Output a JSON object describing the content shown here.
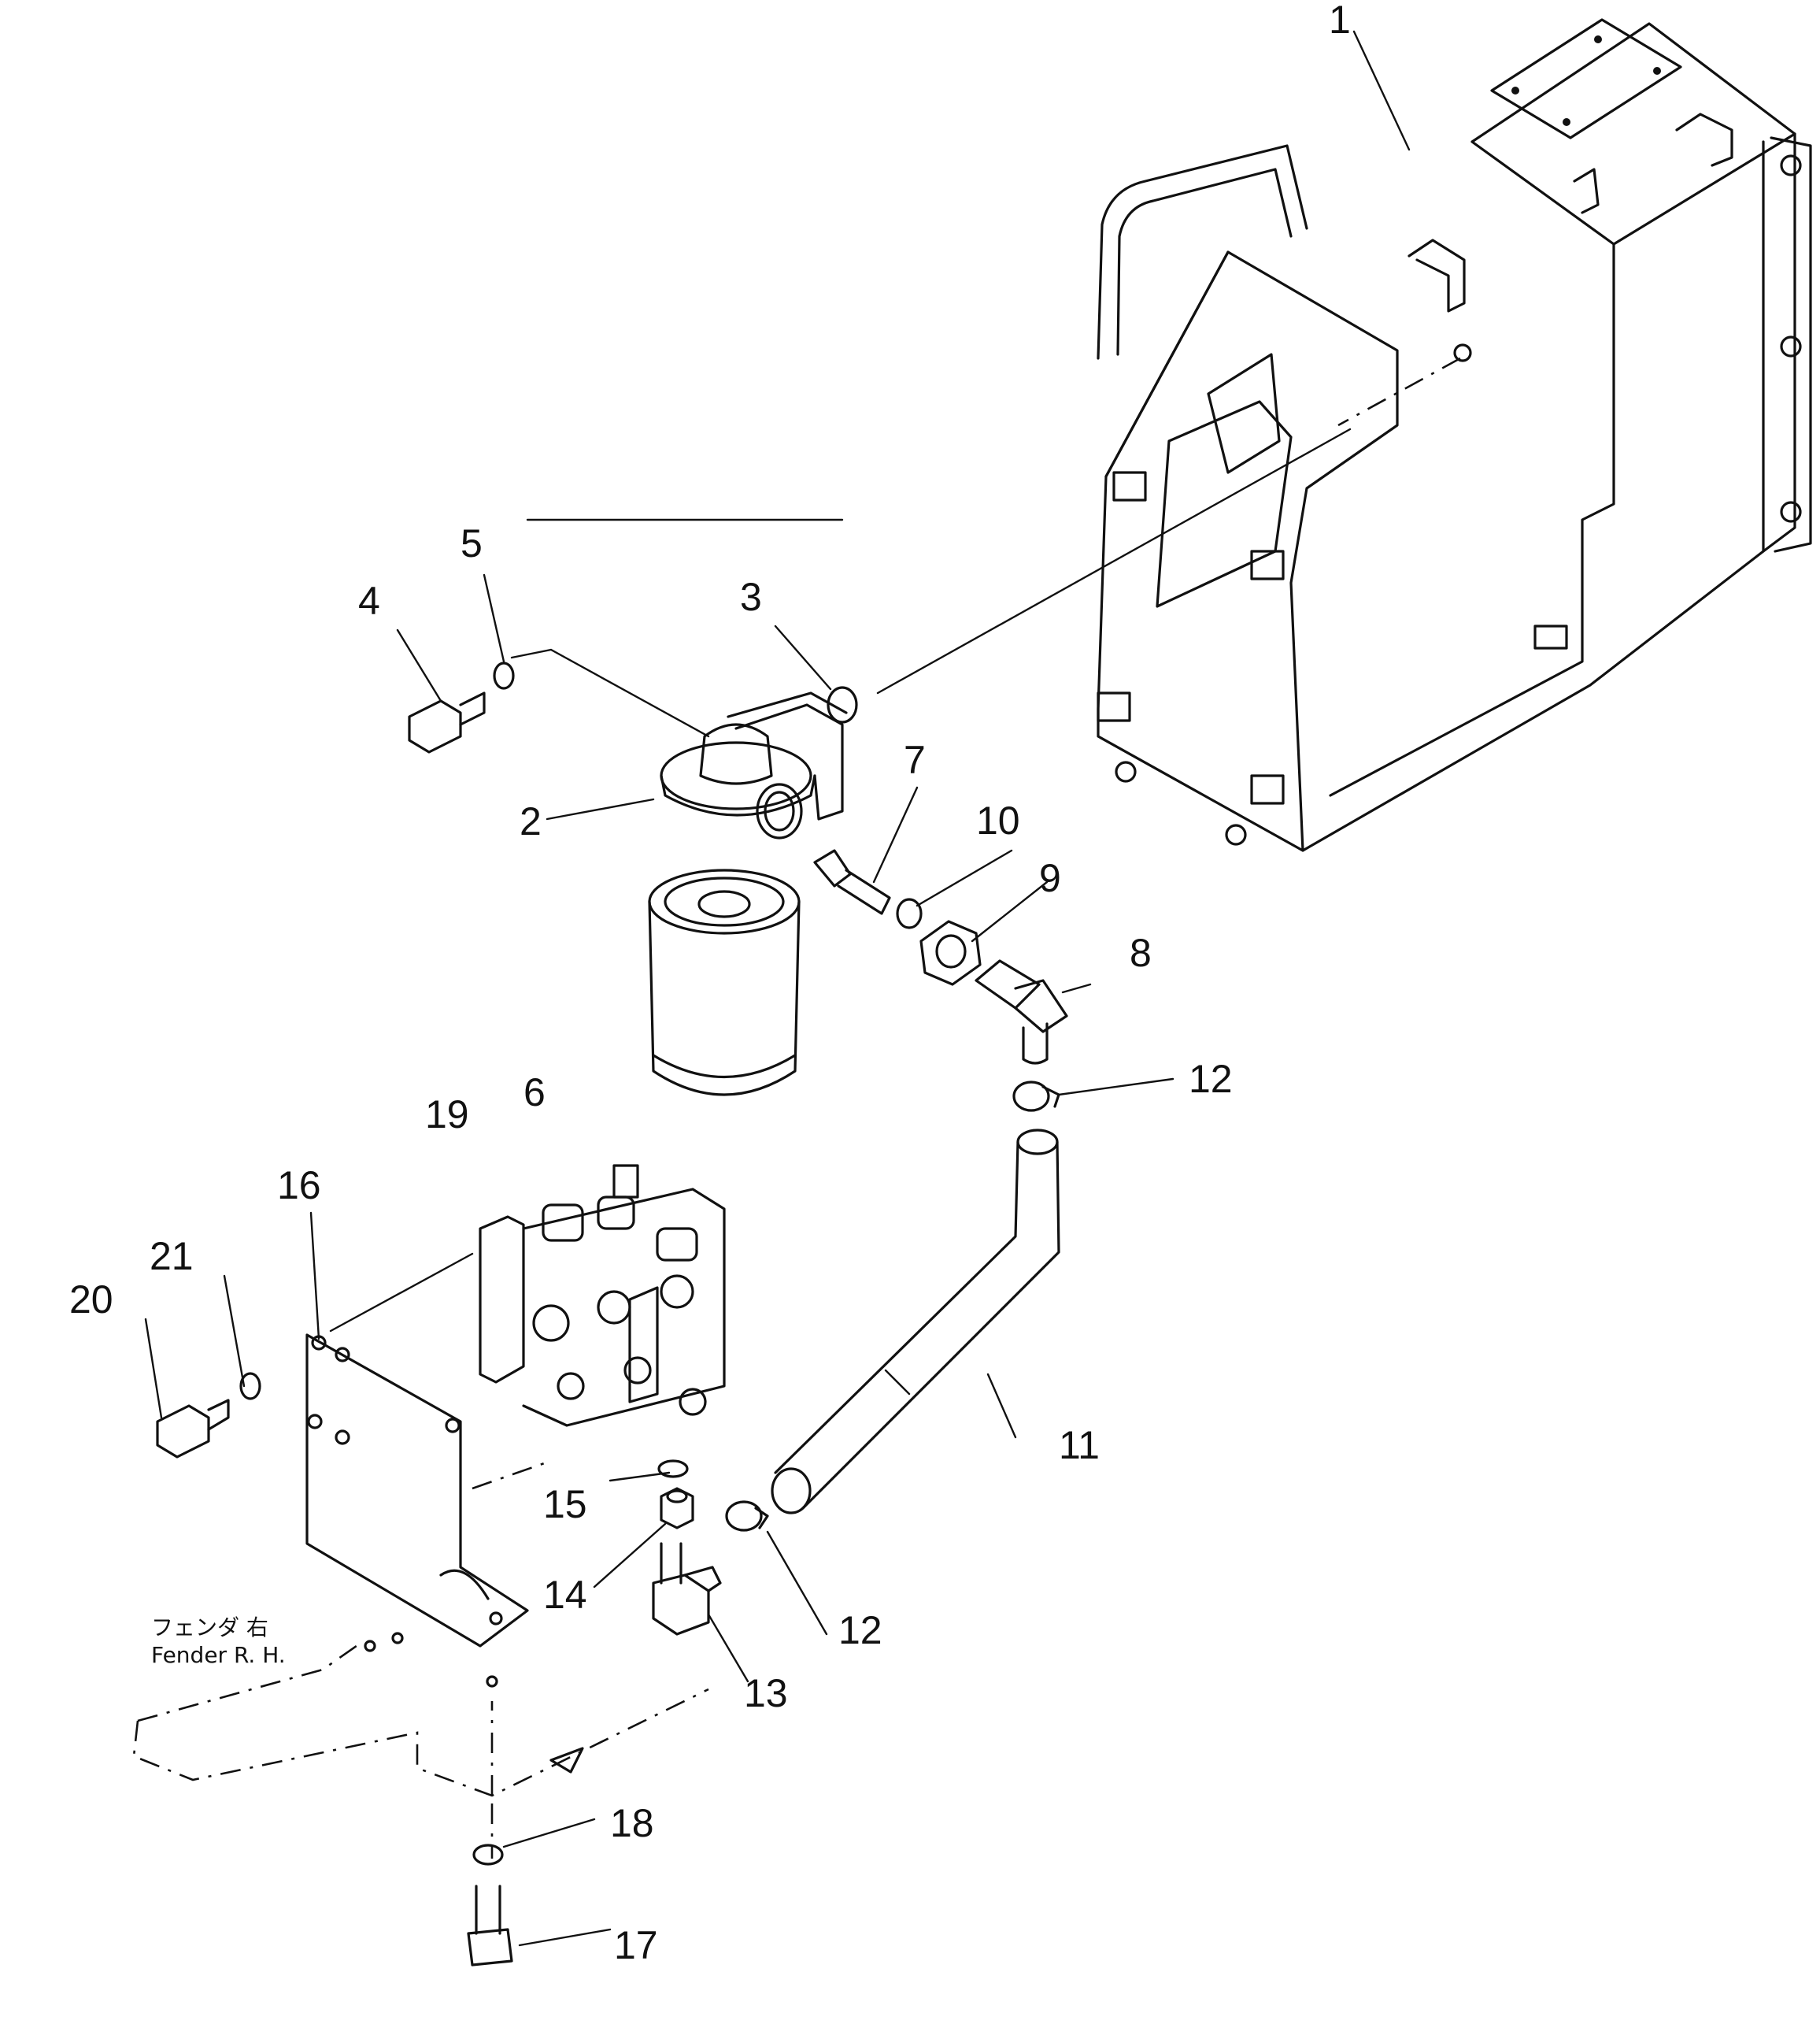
{
  "parts": [
    {
      "no": "1"
    },
    {
      "no": "2"
    },
    {
      "no": "3"
    },
    {
      "no": "4"
    },
    {
      "no": "5"
    },
    {
      "no": "6"
    },
    {
      "no": "7"
    },
    {
      "no": "8"
    },
    {
      "no": "9"
    },
    {
      "no": "10"
    },
    {
      "no": "11"
    },
    {
      "no": "12"
    },
    {
      "no": "12"
    },
    {
      "no": "13"
    },
    {
      "no": "14"
    },
    {
      "no": "15"
    },
    {
      "no": "16"
    },
    {
      "no": "17"
    },
    {
      "no": "18"
    },
    {
      "no": "19"
    },
    {
      "no": "20"
    },
    {
      "no": "21"
    }
  ],
  "fender_note": {
    "jp": "フェンダ 右",
    "en": "Fender R. H."
  }
}
